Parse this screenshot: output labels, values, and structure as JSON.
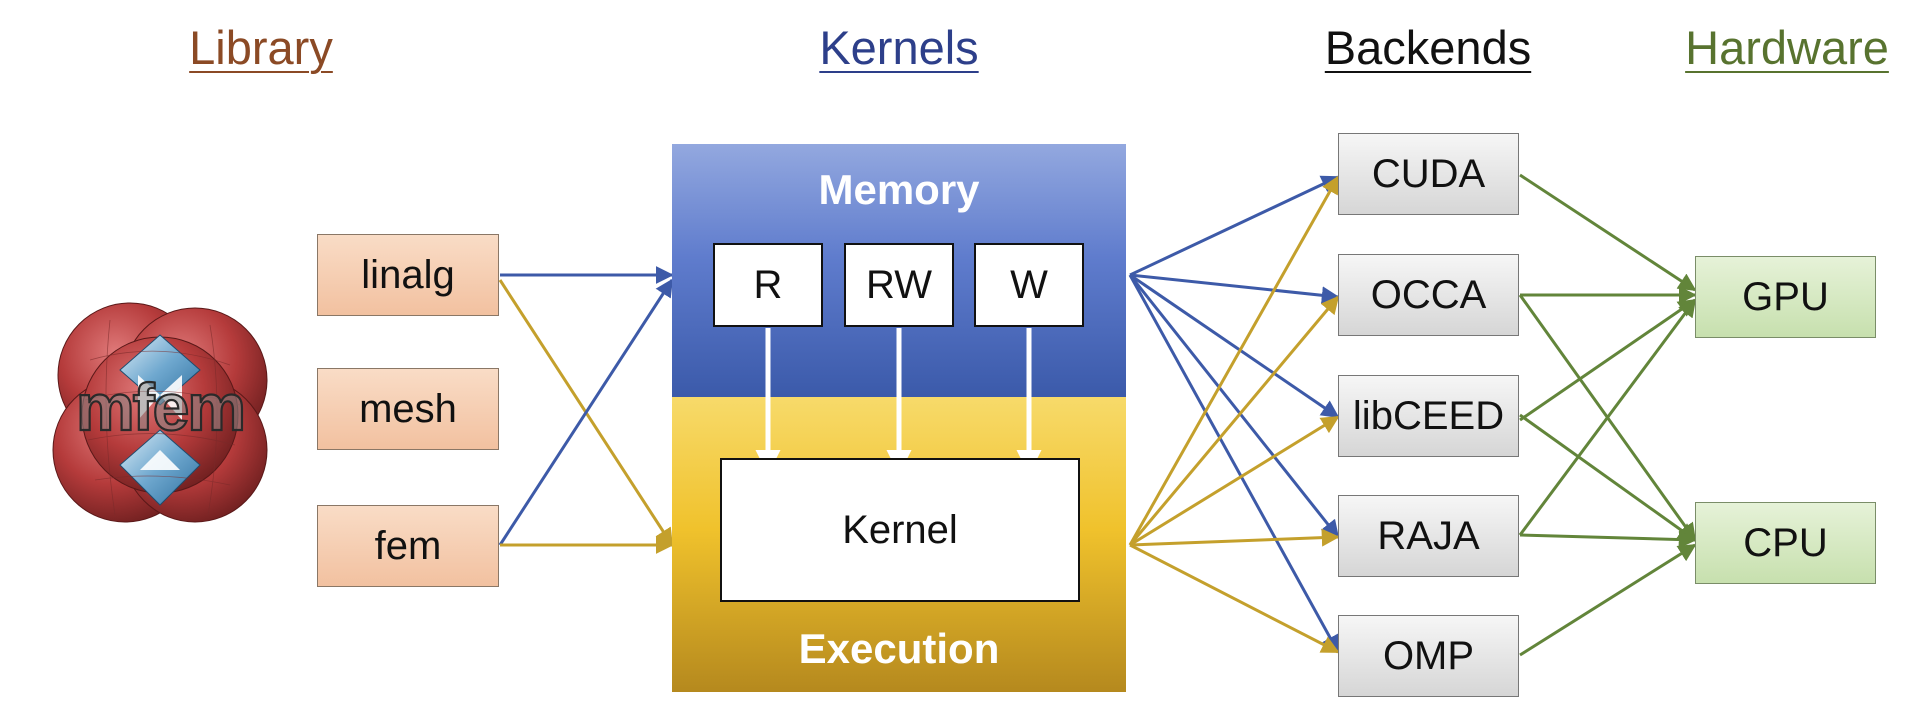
{
  "columns": {
    "library": "Library",
    "kernels": "Kernels",
    "backends": "Backends",
    "hardware": "Hardware"
  },
  "library_items": [
    "linalg",
    "mesh",
    "fem"
  ],
  "logo_text": "mfem",
  "kernel_panel": {
    "memory_label": "Memory",
    "execution_label": "Execution",
    "access_modes": [
      "R",
      "RW",
      "W"
    ],
    "kernel_label": "Kernel"
  },
  "backends": [
    "CUDA",
    "OCCA",
    "libCEED",
    "RAJA",
    "OMP"
  ],
  "hardware": [
    "GPU",
    "CPU"
  ],
  "colors": {
    "library": "#8b4a25",
    "kernels": "#2d3f8a",
    "backends": "#111111",
    "hardware": "#58732f",
    "memory_arrow": "#3d5aa8",
    "execution_arrow": "#c4a02c",
    "hardware_arrow": "#62853a"
  }
}
